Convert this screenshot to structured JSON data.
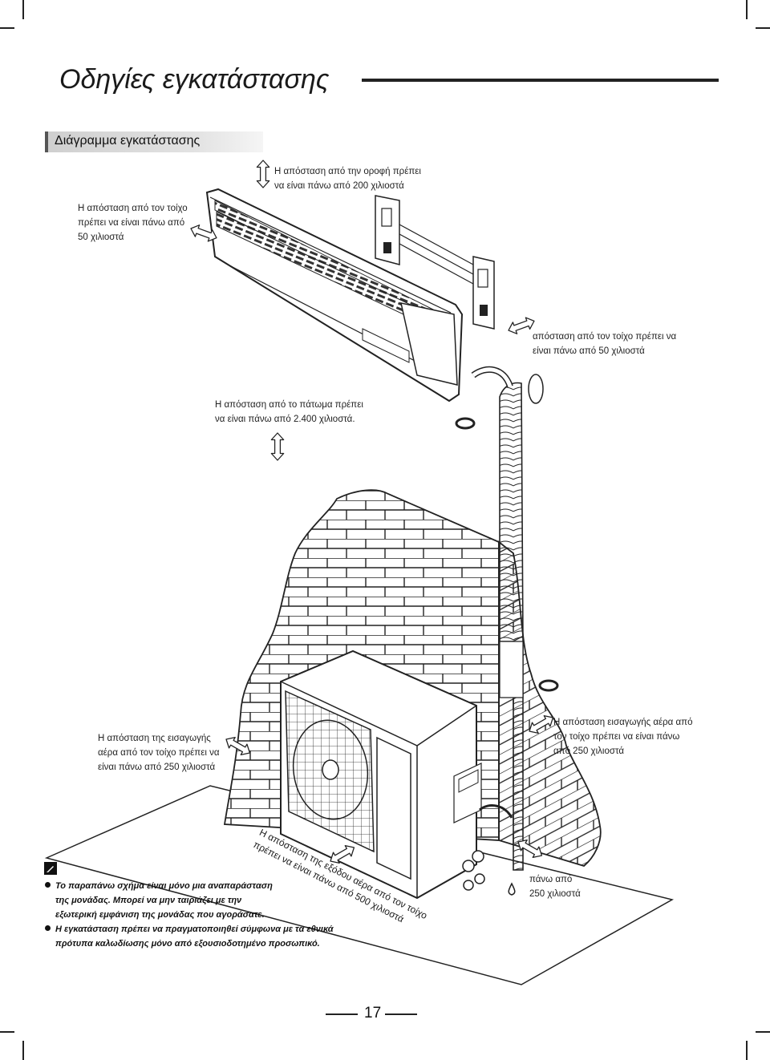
{
  "page": {
    "title": "Οδηγίες εγκατάστασης",
    "section_title": "Διάγραμμα εγκατάστασης",
    "page_number": "17"
  },
  "labels": {
    "ceiling": [
      "Η απόσταση από την οροφή πρέπει",
      "να είναι πάνω από 200 χιλιοστά"
    ],
    "wall_left": [
      "Η απόσταση από τον τοίχο",
      "πρέπει να είναι πάνω από",
      "50 χιλιοστά"
    ],
    "wall_right": [
      "απόσταση από τον τοίχο πρέπει να",
      "είναι πάνω από 50 χιλιοστά"
    ],
    "floor": [
      "Η απόσταση από το πάτωμα πρέπει",
      "να είναι πάνω από 2.400 χιλιοστά."
    ],
    "air_inlet_left": [
      "Η απόσταση της εισαγωγής",
      "αέρα από τον τοίχο πρέπει να",
      "είναι πάνω από 250 χιλιοστά"
    ],
    "air_inlet_right": [
      "Η απόσταση εισαγωγής αέρα από",
      "τον τοίχο πρέπει να είναι πάνω",
      "από 250 χιλιοστά"
    ],
    "air_outlet": [
      "Η απόσταση της εξόδου αέρα από τον τοίχο",
      "πρέπει να είναι πάνω από 500 χιλιοστά"
    ],
    "side_right": [
      "πάνω από",
      "250 χιλιοστά"
    ]
  },
  "footnotes": [
    [
      "Το παραπάνω σχήμα είναι μόνο μια αναπαράσταση",
      "της μονάδας. Μπορεί να μην ταιριάζει με την",
      "εξωτερική εμφάνιση της μονάδας που αγοράσατε."
    ],
    [
      "Η εγκατάσταση πρέπει να πραγματοποιηθεί σύμφωνα με τα εθνικά",
      "πρότυπα καλωδίωσης μόνο από εξουσιοδοτημένο προσωπικό."
    ]
  ],
  "icons": {
    "note": "pencil-note-icon",
    "arrows": "double-arrow-icon",
    "drain": "water-drop-icon"
  }
}
